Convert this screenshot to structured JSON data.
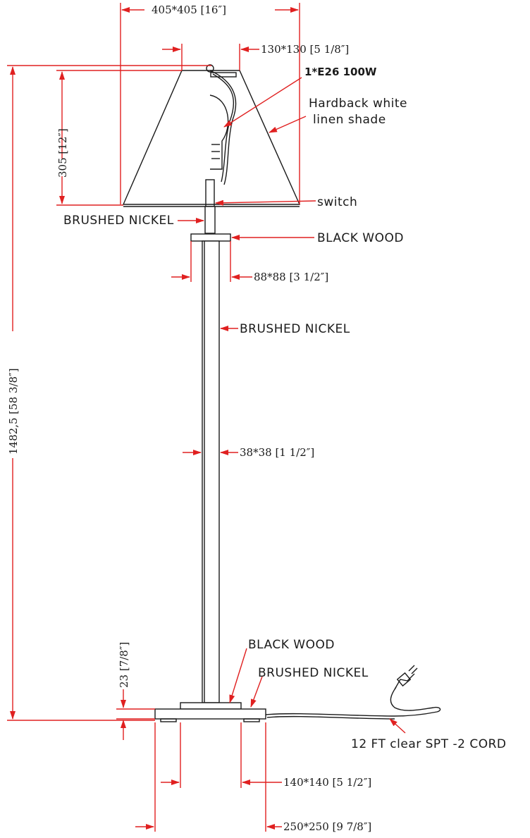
{
  "dimensions": {
    "shade_width": "405*405 [16″]",
    "shade_top": "130*130 [5 1/8″]",
    "shade_height": "305 [12″]",
    "total_height": "1482,5 [58 3/8″]",
    "wood_ring": "88*88 [3 1/2″]",
    "pole": "38*38 [1 1/2″]",
    "base_height": "23 [7/8″]",
    "base_top": "140*140 [5 1/2″]",
    "base_bottom": "250*250 [9 7/8″]"
  },
  "labels": {
    "bulb": "1*E26 100W",
    "shade_line1": "Hardback white",
    "shade_line2": "linen shade",
    "switch": "switch",
    "nickel_top": "BRUSHED NICKEL",
    "wood_top": "BLACK WOOD",
    "nickel_pole": "BRUSHED NICKEL",
    "wood_base": "BLACK WOOD",
    "nickel_base": "BRUSHED NICKEL",
    "cord": "12 FT clear SPT -2 CORD"
  },
  "colors": {
    "dimension_lines": "#e02020",
    "drawing_lines": "#1a1a1a"
  }
}
